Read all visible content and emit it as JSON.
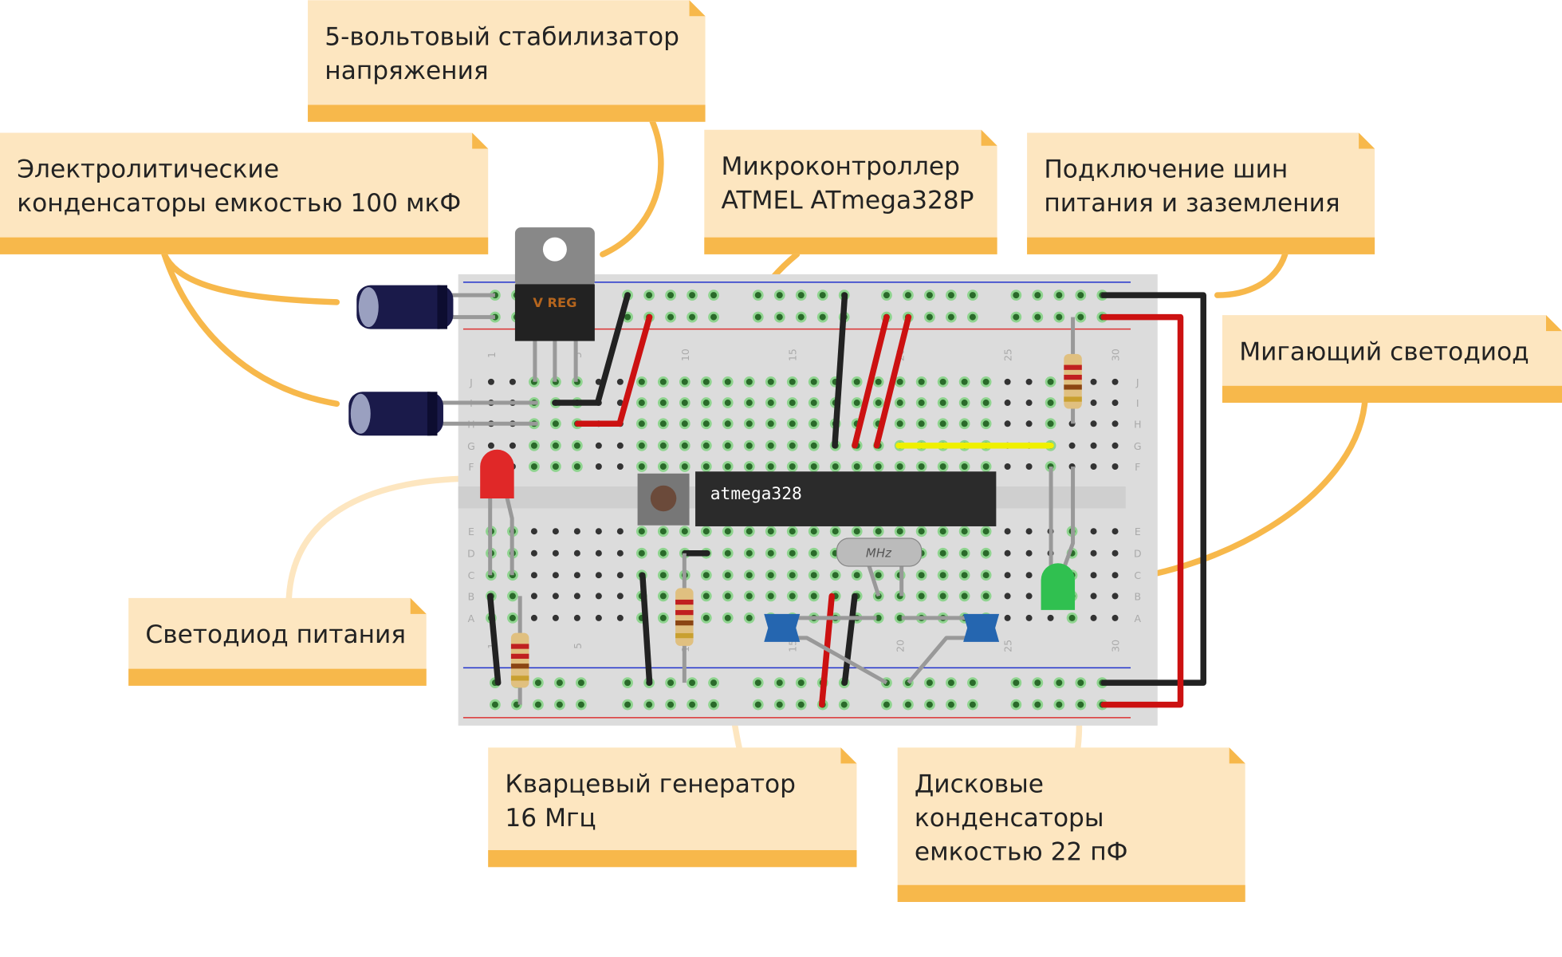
{
  "notes": [
    {
      "id": "voltage-regulator",
      "lines": [
        "5-вольтовый стабилизатор",
        "напряжения"
      ]
    },
    {
      "id": "electrolytic-capacitors",
      "lines": [
        "Электролитические",
        "конденсаторы емкостью 100 мкФ"
      ]
    },
    {
      "id": "microcontroller",
      "lines": [
        "Микроконтроллер",
        "ATMEL ATmega328P"
      ]
    },
    {
      "id": "power-rails",
      "lines": [
        "Подключение шин",
        "питания и заземления"
      ]
    },
    {
      "id": "blinking-led",
      "lines": [
        "Мигающий светодиод"
      ]
    },
    {
      "id": "power-led",
      "lines": [
        "Светодиод питания"
      ]
    },
    {
      "id": "crystal",
      "lines": [
        "Кварцевый генератор",
        "16 Мгц"
      ]
    },
    {
      "id": "disc-capacitors",
      "lines": [
        "Дисковые",
        "конденсаторы",
        "емкостью 22 пФ"
      ]
    }
  ],
  "components": {
    "chip_label": "atmega328",
    "regulator_label": "V REG",
    "crystal_label": "MHz"
  },
  "breadboard": {
    "column_labels": [
      "1",
      "5",
      "10",
      "15",
      "20",
      "25",
      "30"
    ],
    "row_labels_top": [
      "J",
      "I",
      "H",
      "G",
      "F"
    ],
    "row_labels_bottom": [
      "E",
      "D",
      "C",
      "B",
      "A"
    ]
  },
  "colors": {
    "note_bg": "#fde6c0",
    "note_bar": "#f7b84b",
    "callout": "#f7b84b",
    "callout_light": "#fde6c0",
    "breadboard": "#dcdcdc",
    "wire_red": "#cc1111",
    "wire_black": "#222222",
    "wire_yellow": "#f0f000"
  }
}
